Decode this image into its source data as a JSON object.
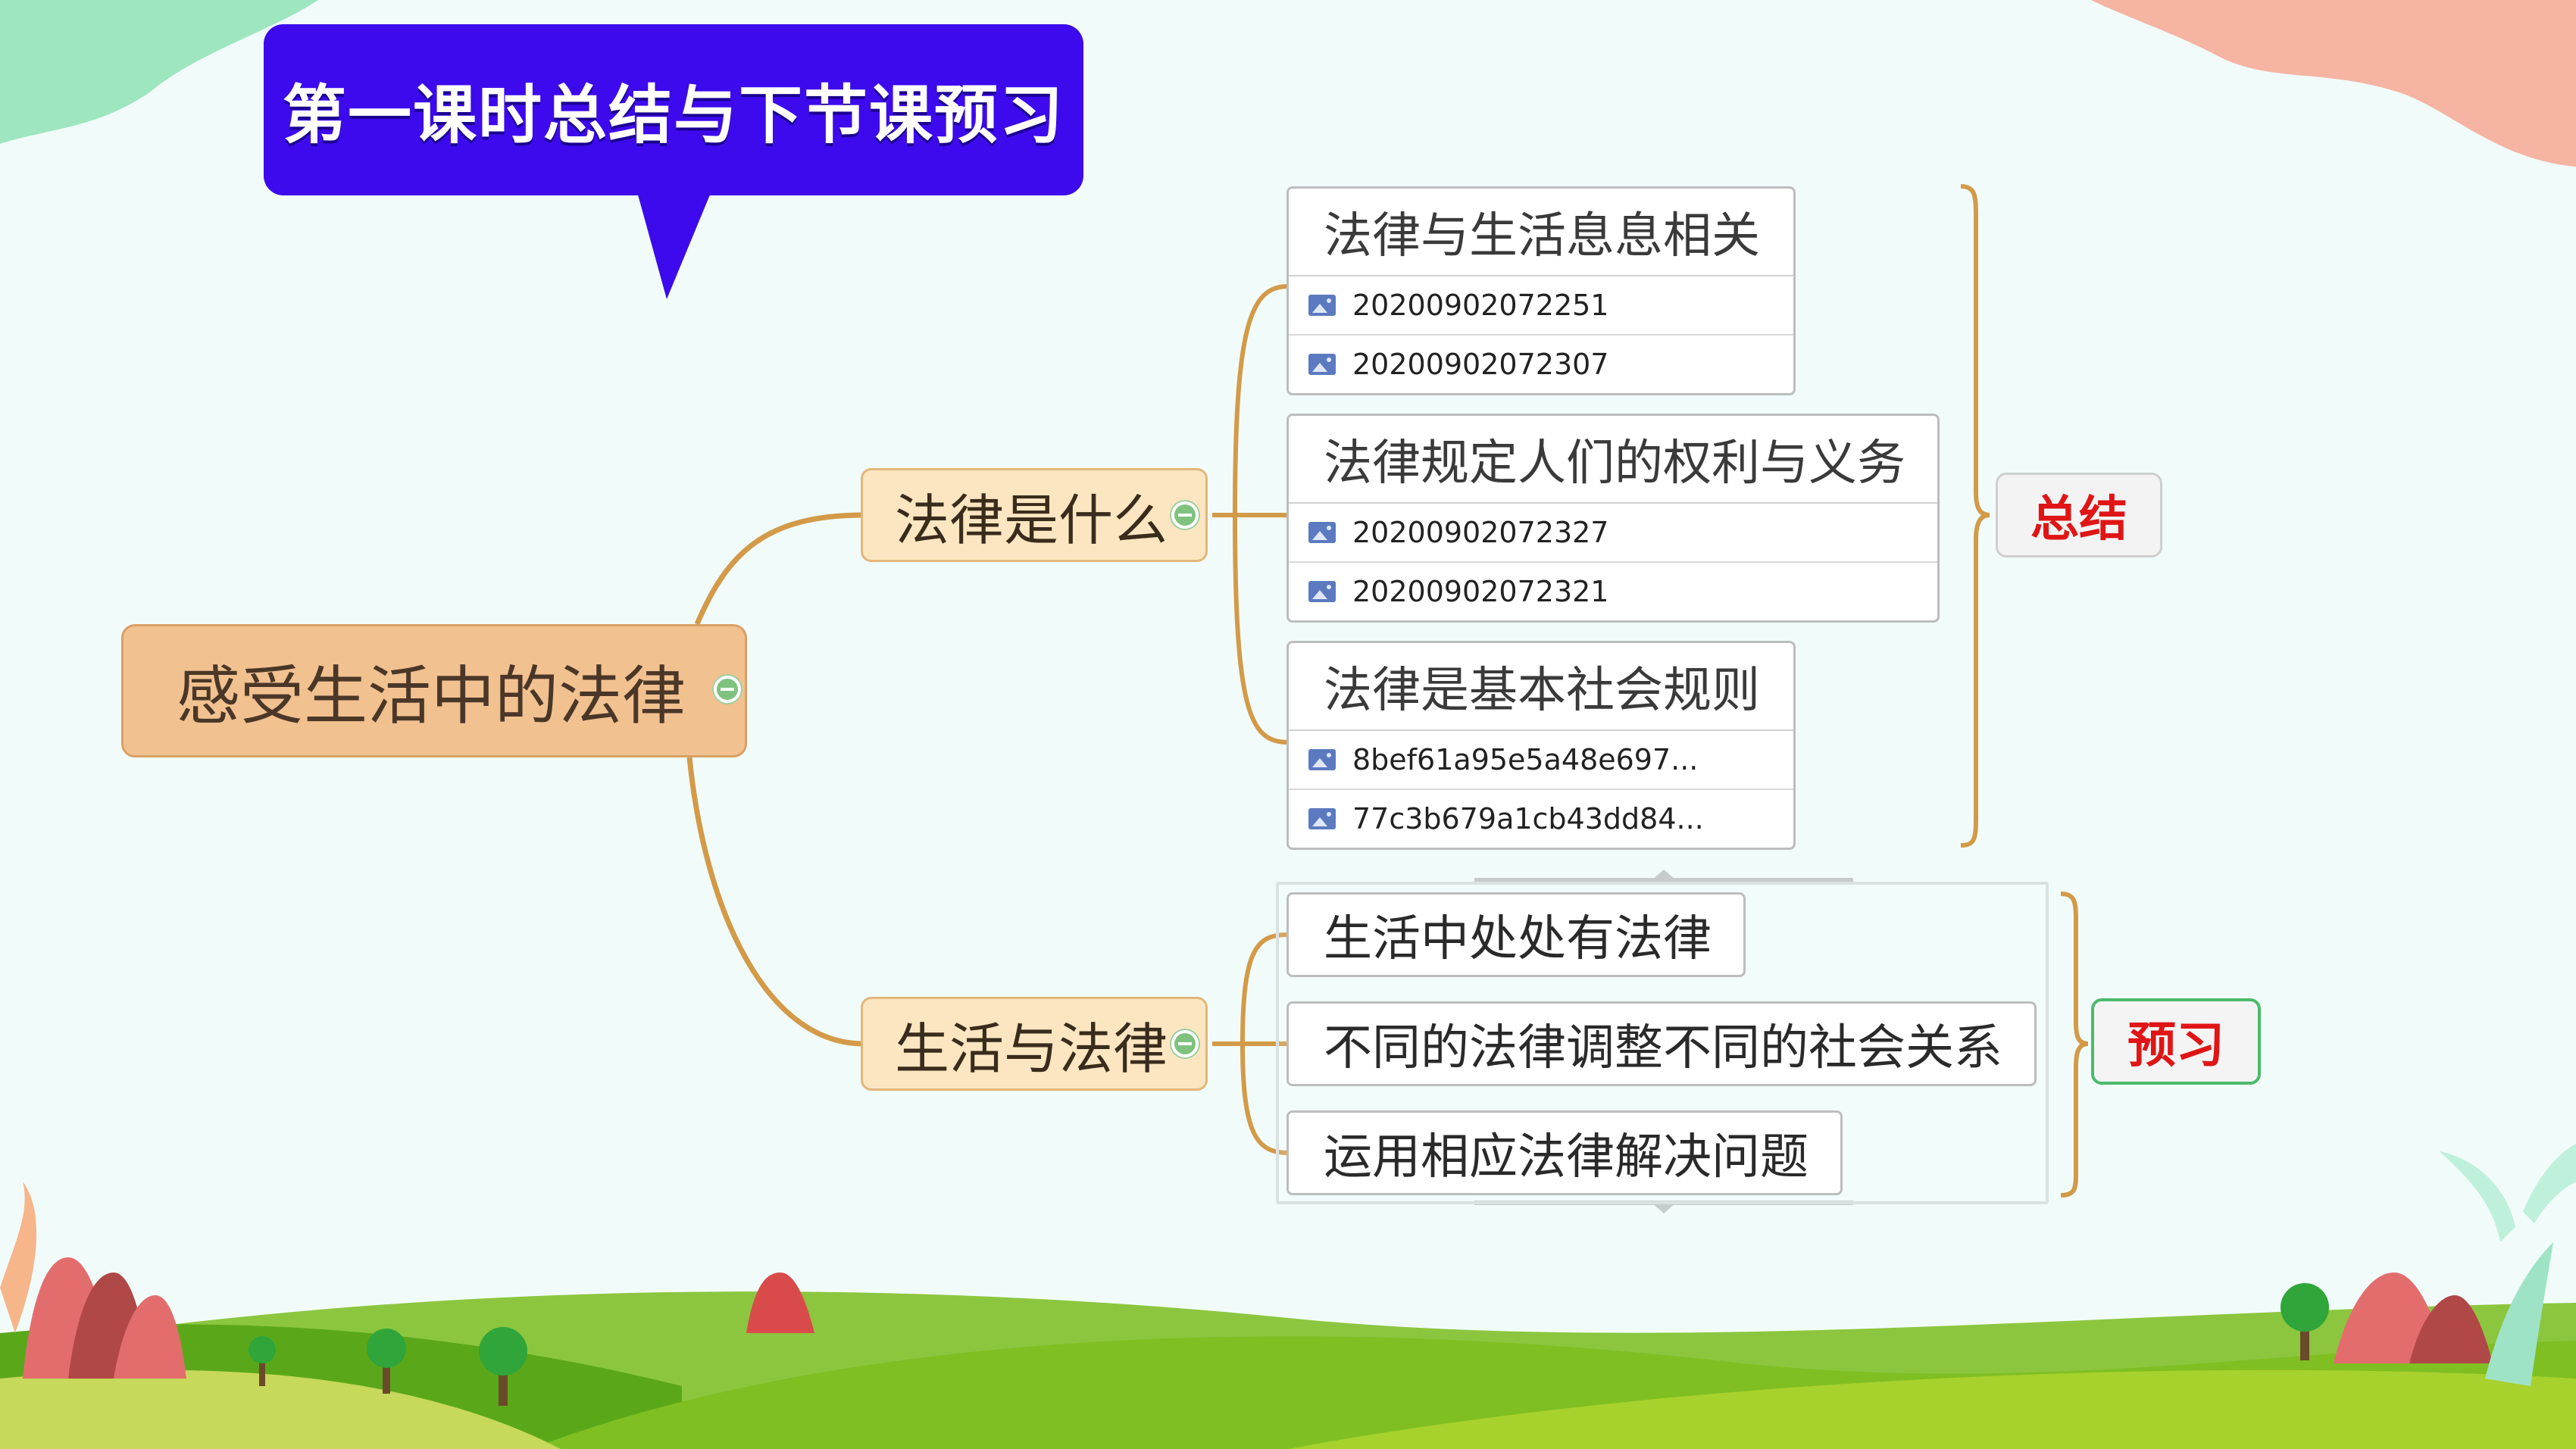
{
  "title_bubble": {
    "text": "第一课时总结与下节课预习"
  },
  "mindmap": {
    "root": {
      "label": "感受生活中的法律"
    },
    "branches": [
      {
        "label": "法律是什么",
        "topics": [
          {
            "label": "法律与生活息息相关",
            "attachments": [
              "20200902072251",
              "20200902072307"
            ]
          },
          {
            "label": "法律规定人们的权利与义务",
            "attachments": [
              "20200902072327",
              "20200902072321"
            ]
          },
          {
            "label": "法律是基本社会规则",
            "attachments": [
              "8bef61a95e5a48e697...",
              "77c3b679a1cb43dd84..."
            ]
          }
        ]
      },
      {
        "label": "生活与法律",
        "topics": [
          {
            "label": "生活中处处有法律"
          },
          {
            "label": "不同的法律调整不同的社会关系"
          },
          {
            "label": "运用相应法律解决问题"
          }
        ]
      }
    ],
    "summary_labels": {
      "summary": "总结",
      "preview": "预习"
    }
  },
  "colors": {
    "title_bubble": "#3d0aed",
    "root_fill": "#f2c190",
    "branch_fill": "#fbe6c1",
    "connector": "#d39a48",
    "label_text": "#e01515",
    "preview_border": "#4cba6a",
    "collapse_button": "#7fc27f"
  },
  "icons": {
    "collapse": "collapse-minus-icon",
    "attachment": "image-attachment-icon"
  }
}
